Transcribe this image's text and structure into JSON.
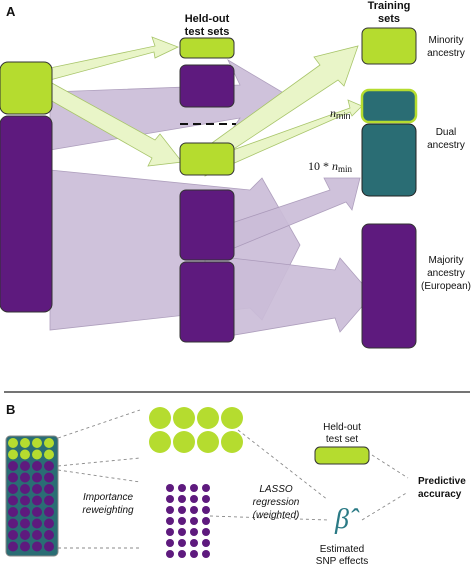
{
  "panel_a": {
    "label": "A",
    "heldout_title": [
      "Held-out",
      "test sets"
    ],
    "training_title": [
      "Training",
      "sets"
    ],
    "n_min_label": "n",
    "n_min_sub": "min",
    "ten_n_min_prefix": "10 * ",
    "ten_n_min_var": "n",
    "ten_n_min_sub": "min",
    "ancestry_minority": [
      "Minority",
      "ancestry"
    ],
    "ancestry_dual": [
      "Dual",
      "ancestry"
    ],
    "ancestry_majority": [
      "Majority",
      "ancestry",
      "(European)"
    ]
  },
  "panel_b": {
    "label": "B",
    "importance_reweighting": [
      "Importance",
      "reweighting"
    ],
    "lasso": [
      "LASSO",
      "regression",
      "(weighted)"
    ],
    "heldout_test_set": [
      "Held-out",
      "test set"
    ],
    "beta_symbol": "β̂",
    "estimated_snp": [
      "Estimated",
      "SNP effects"
    ],
    "predictive_accuracy": [
      "Predictive",
      "accuracy"
    ]
  },
  "colors": {
    "lime": "#b5dc2f",
    "purple": "#5e1a7e",
    "teal": "#2a6d74",
    "arrow_lime": "#e9f5c8",
    "arrow_purple": "#cbbdd8"
  }
}
